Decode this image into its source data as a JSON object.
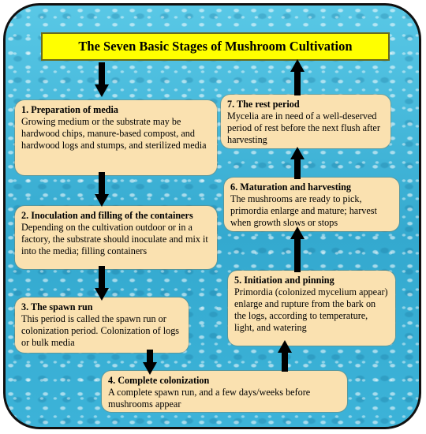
{
  "title": "The Seven Basic Stages of Mushroom Cultivation",
  "stages": [
    {
      "heading": "1. Preparation of media",
      "body": "Growing medium or the substrate may be hardwood chips, manure-based compost, and hardwood logs and stumps, and sterilized media"
    },
    {
      "heading": "2. Inoculation and filling of the containers",
      "body": "Depending on the cultivation outdoor or in a factory, the substrate should inoculate and mix it into the media; filling containers"
    },
    {
      "heading": "3. The spawn run",
      "body": "This period is called the spawn run or colonization period. Colonization of logs or bulk media"
    },
    {
      "heading": "4. Complete colonization",
      "body": "A complete spawn run, and a few days/weeks before mushrooms appear"
    },
    {
      "heading": "5. Initiation and pinning",
      "body": "Primordia (colonized mycelium appear) enlarge and rupture from the bark on the logs, according to temperature, light, and watering"
    },
    {
      "heading": "6. Maturation and harvesting",
      "body": "The mushrooms are ready to pick, primordia enlarge and mature; harvest when growth slows or stops"
    },
    {
      "heading": "7. The rest period",
      "body": "Mycelia are in need of a well-deserved period of rest before the next flush after harvesting"
    }
  ]
}
